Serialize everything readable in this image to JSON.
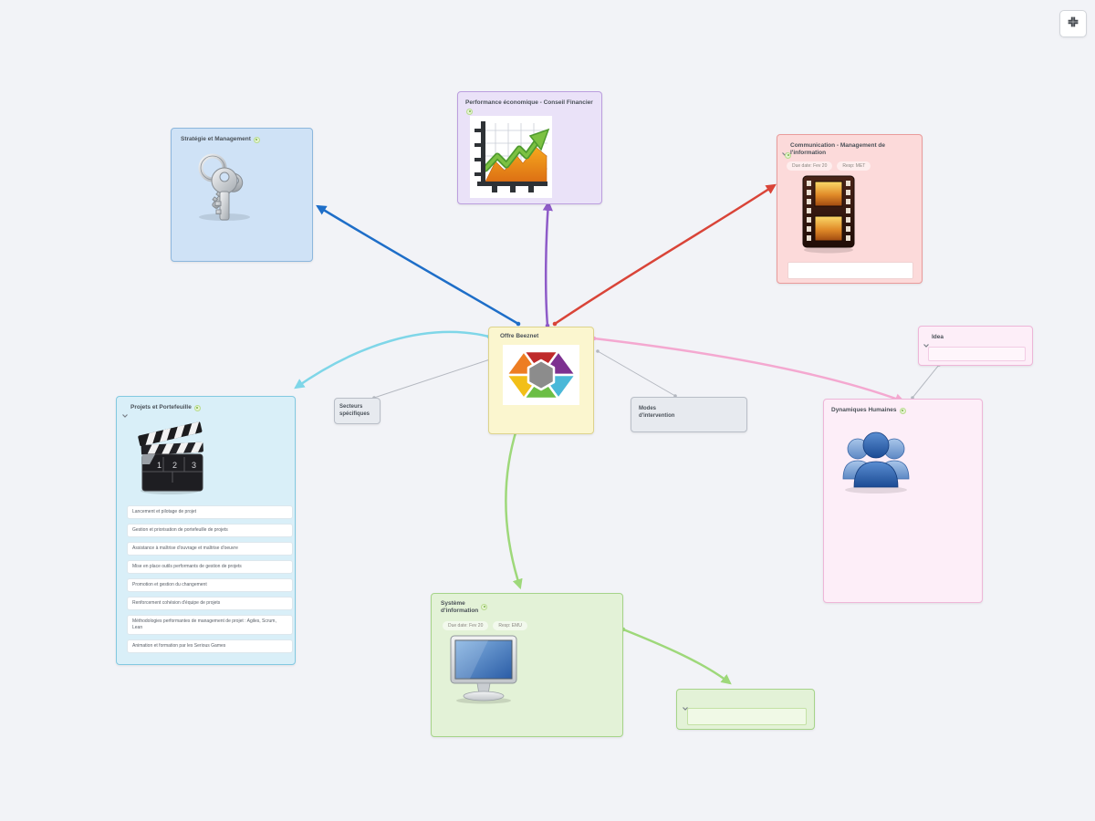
{
  "toolbar": {
    "collapse_button": "fit-to-screen"
  },
  "nodes": {
    "strategie": {
      "title": "Stratégie et Management"
    },
    "performance": {
      "title": "Performance économique - Conseil Financier"
    },
    "communication": {
      "title": "Communication - Management de l'information",
      "badge_due": "Due date: Fev 20",
      "badge_resp": "Resp: MET",
      "input_value": ""
    },
    "offre": {
      "title": "Offre Beeznet"
    },
    "secteurs": {
      "title": "Secteurs spécifiques"
    },
    "modes": {
      "title": "Modes d'intervention"
    },
    "projets": {
      "title": "Projets et Portefeuille",
      "clapper_numbers": [
        "1",
        "2",
        "3"
      ],
      "items": [
        "Lancement et pilotage de projet",
        "Gestion et priorisation de portefeuille de projets",
        "Assistance à maîtrise d'ouvrage et maîtrise d'oeuvre",
        "Mise en place outils performants de gestion de projets",
        "Promotion et gestion du changement",
        "Renforcement cohésion d'équipe de projets",
        "Méthodologies performantes de management de projet : Agiles, Scrum, Lean",
        "Animation et formation par les Serious Games"
      ]
    },
    "dynamiques": {
      "title": "Dynamiques Humaines"
    },
    "idea": {
      "title": "Idea",
      "input_value": ""
    },
    "systeme": {
      "title": "Système d'information",
      "badge_due": "Due date: Fev 20",
      "badge_resp": "Resp: EMU"
    },
    "new_topic": {
      "input_value": ""
    }
  },
  "colors": {
    "background": "#f2f3f7",
    "link_blue": "#1e6ec8",
    "link_purple": "#8e5bc8",
    "link_red": "#d94438",
    "link_cyan": "#7fd6e8",
    "link_pink": "#f4a8d0",
    "link_green": "#9ed87a",
    "link_gray": "#b4b8c0",
    "node_blue": "#cfe2f6",
    "node_purple": "#eae2f8",
    "node_red": "#fcdada",
    "node_yellow": "#fbf6cf",
    "node_cyan": "#d9eff8",
    "node_pink": "#fdeef8",
    "node_green": "#e3f2d7",
    "node_gray": "#e7eaef"
  }
}
